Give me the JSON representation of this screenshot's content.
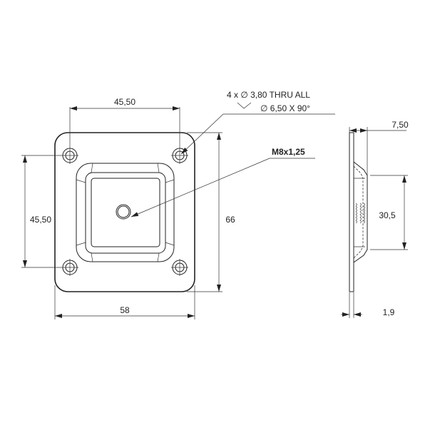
{
  "front_view": {
    "dim_hole_spacing_horizontal": "45,50",
    "dim_hole_spacing_vertical": "45,50",
    "dim_height": "66",
    "dim_width": "58",
    "hole_callout_line1": "4 x ∅ 3,80 THRU ALL",
    "hole_callout_line2": "∅ 6,50 X 90°",
    "thread_callout": "M8x1,25"
  },
  "side_view": {
    "dim_total_depth": "7,50",
    "dim_boss_height": "30,5",
    "dim_plate_thickness": "1,9"
  }
}
